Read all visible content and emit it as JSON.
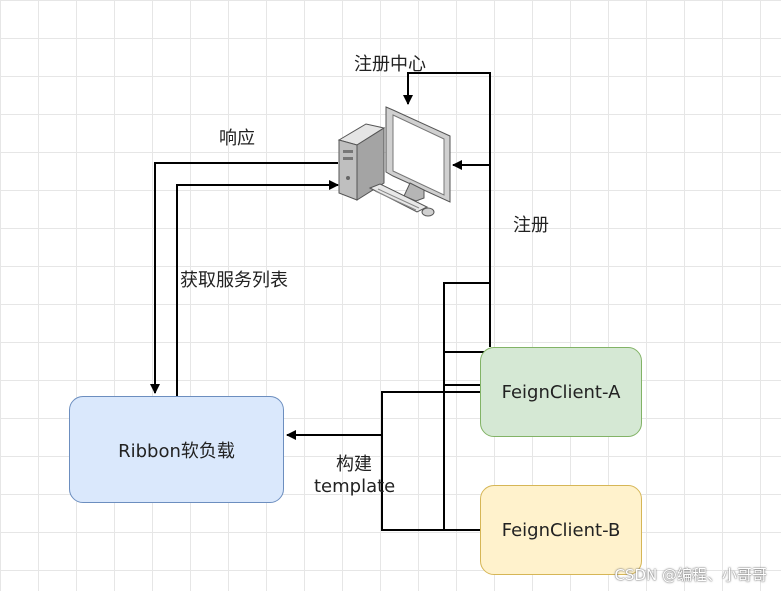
{
  "labels": {
    "registry": "注册中心",
    "response": "响应",
    "register": "注册",
    "fetch_list": "获取服务列表",
    "build": "构建",
    "template": "template"
  },
  "nodes": {
    "ribbon": "Ribbon软负载",
    "feign_a": "FeignClient-A",
    "feign_b": "FeignClient-B"
  },
  "watermark": "CSDN @编程、小哥哥",
  "colors": {
    "ribbon_fill": "#dae8fc",
    "ribbon_border": "#6c8ebf",
    "feign_a_fill": "#d5e8d4",
    "feign_a_border": "#82b366",
    "feign_b_fill": "#fff2cc",
    "feign_b_border": "#d6b656",
    "edge": "#000000"
  },
  "icons": {
    "server": "desktop-computer-icon"
  }
}
